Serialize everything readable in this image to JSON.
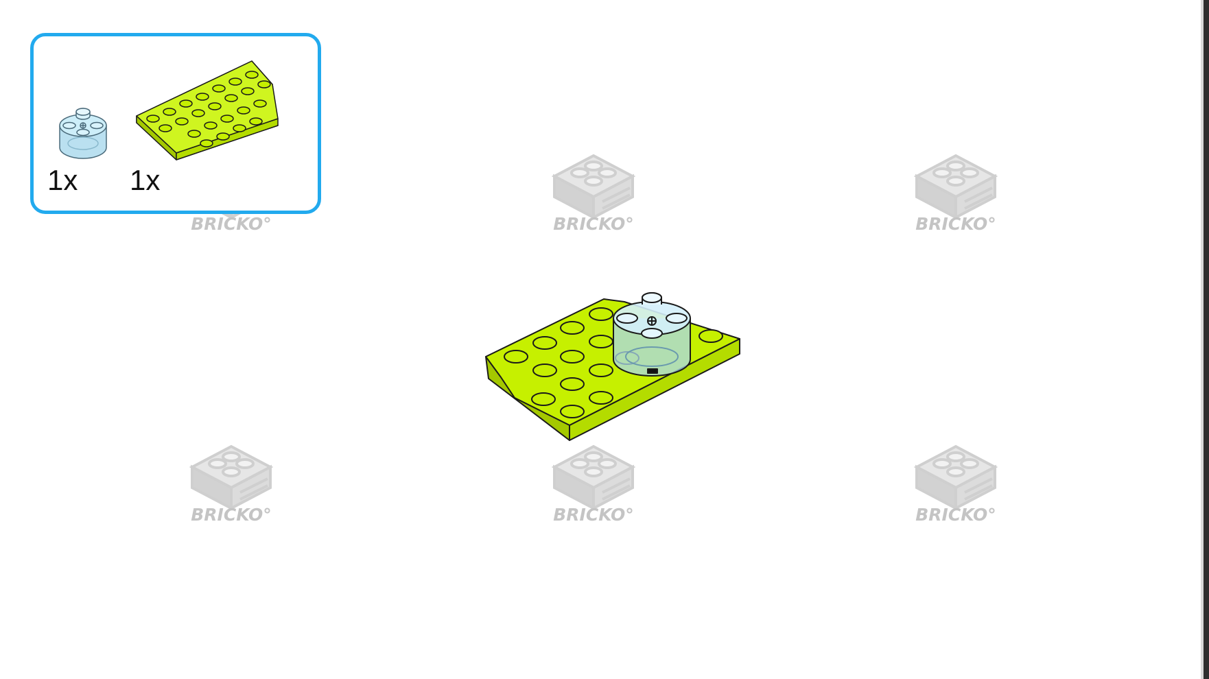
{
  "watermark": {
    "text": "BRICKO°"
  },
  "parts_list": {
    "parts": [
      {
        "name": "trans-light-blue round brick 2x2",
        "color": "#bfe6f5",
        "quantity": "1x"
      },
      {
        "name": "lime wedge plate 4x6",
        "color": "#c6f000",
        "quantity": "1x"
      }
    ]
  },
  "colors": {
    "accent": "#22aaee",
    "lime": "#c6f000",
    "trans_blue": "#bfe6f5",
    "watermark": "#c4c4c4"
  }
}
